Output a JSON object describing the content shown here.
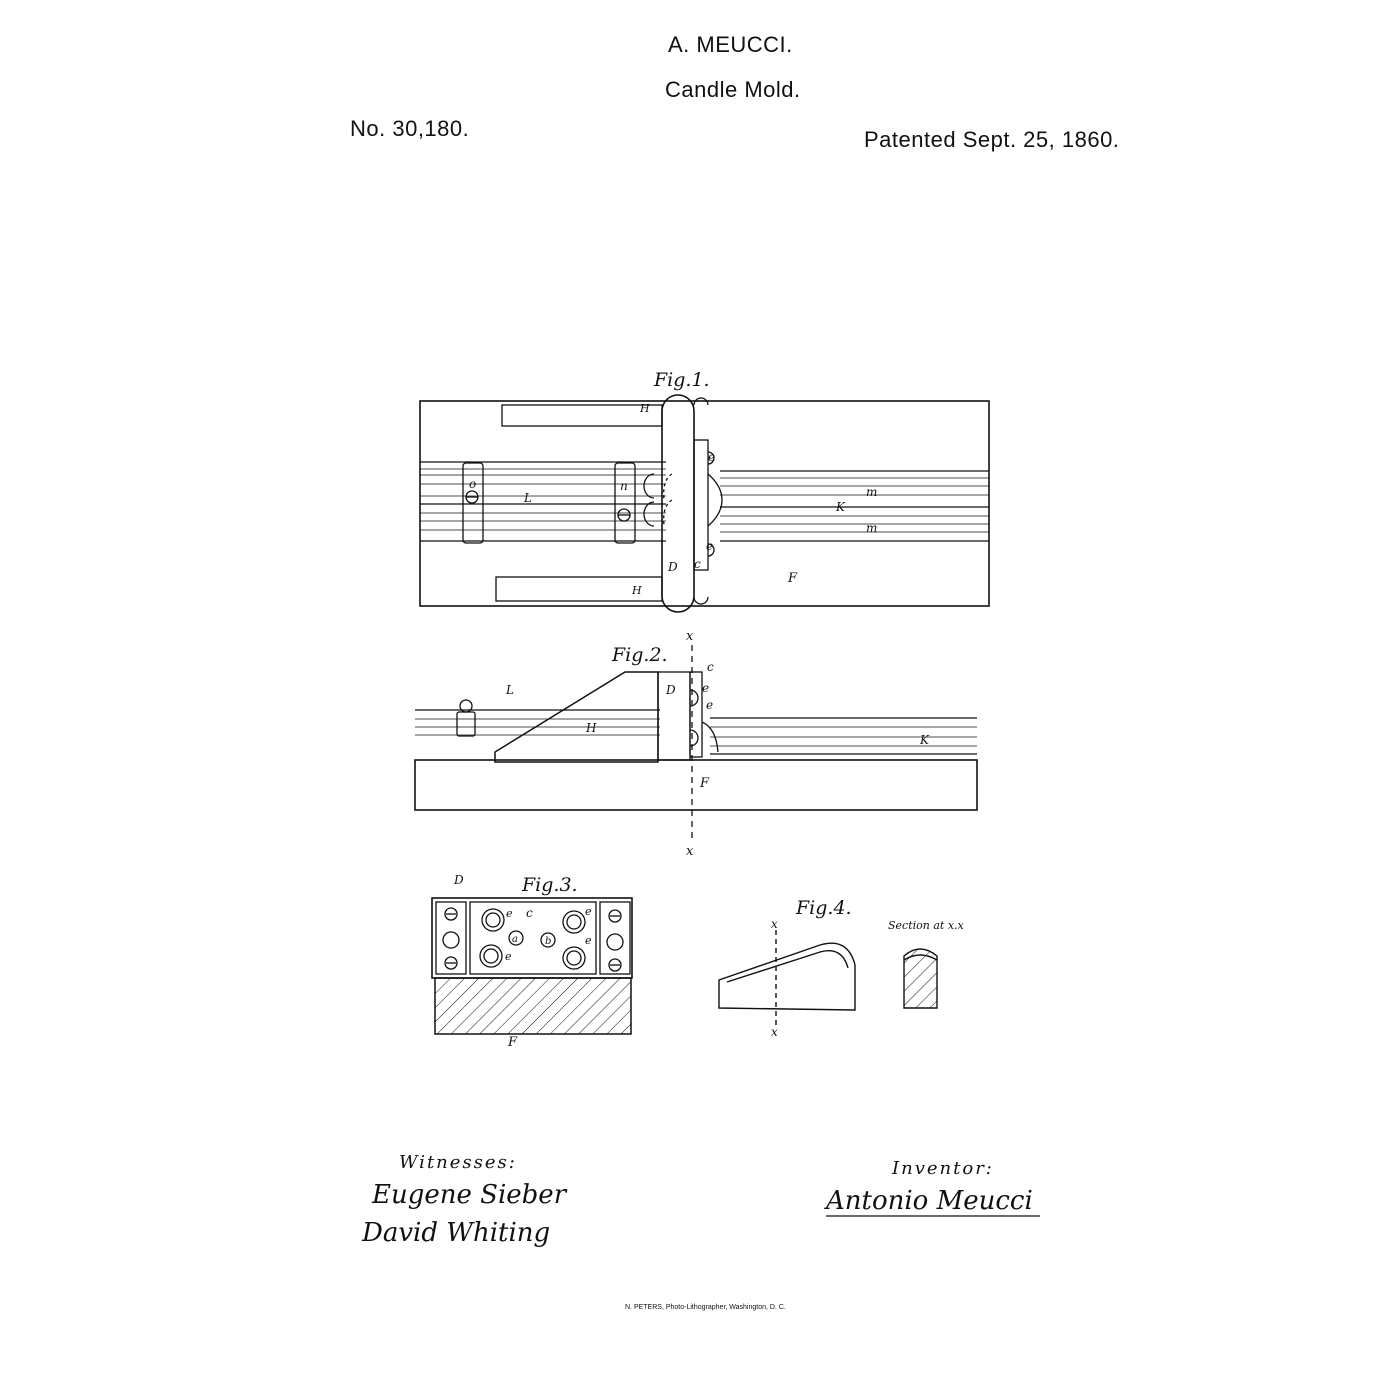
{
  "header": {
    "inventor_name": "A. MEUCCI.",
    "title": "Candle Mold.",
    "patent_number": "No. 30,180.",
    "patent_date": "Patented Sept. 25, 1860."
  },
  "figures": {
    "fig1": {
      "caption": "Fig.1.",
      "labels": {
        "H_top": "H",
        "H_bottom": "H",
        "o": "o",
        "n": "n",
        "L": "L",
        "K": "K",
        "m_top": "m",
        "m_bottom": "m",
        "e_top": "e",
        "e_bottom": "e",
        "D": "D",
        "c": "c",
        "F": "F"
      }
    },
    "fig2": {
      "caption": "Fig.2.",
      "labels": {
        "x_top": "x",
        "x_bottom": "x",
        "c": "c",
        "D": "D",
        "e1": "e",
        "e2": "e",
        "L": "L",
        "H": "H",
        "K": "K",
        "F": "F"
      }
    },
    "fig3": {
      "caption": "Fig.3.",
      "labels": {
        "D": "D",
        "e1": "e",
        "c": "c",
        "e2": "e",
        "a": "a",
        "b": "b",
        "e3": "e",
        "e4": "e",
        "F": "F"
      }
    },
    "fig4": {
      "caption": "Fig.4.",
      "labels": {
        "x_top": "x",
        "x_bottom": "x"
      },
      "section_caption": "Section at x.x"
    }
  },
  "witnesses": {
    "label": "Witnesses:",
    "names": [
      "Eugene Sieber",
      "David Whiting"
    ]
  },
  "inventor": {
    "label": "Inventor:",
    "signature": "Antonio Meucci"
  },
  "footer": {
    "credit": "N. PETERS, Photo-Lithographer, Washington, D. C."
  }
}
